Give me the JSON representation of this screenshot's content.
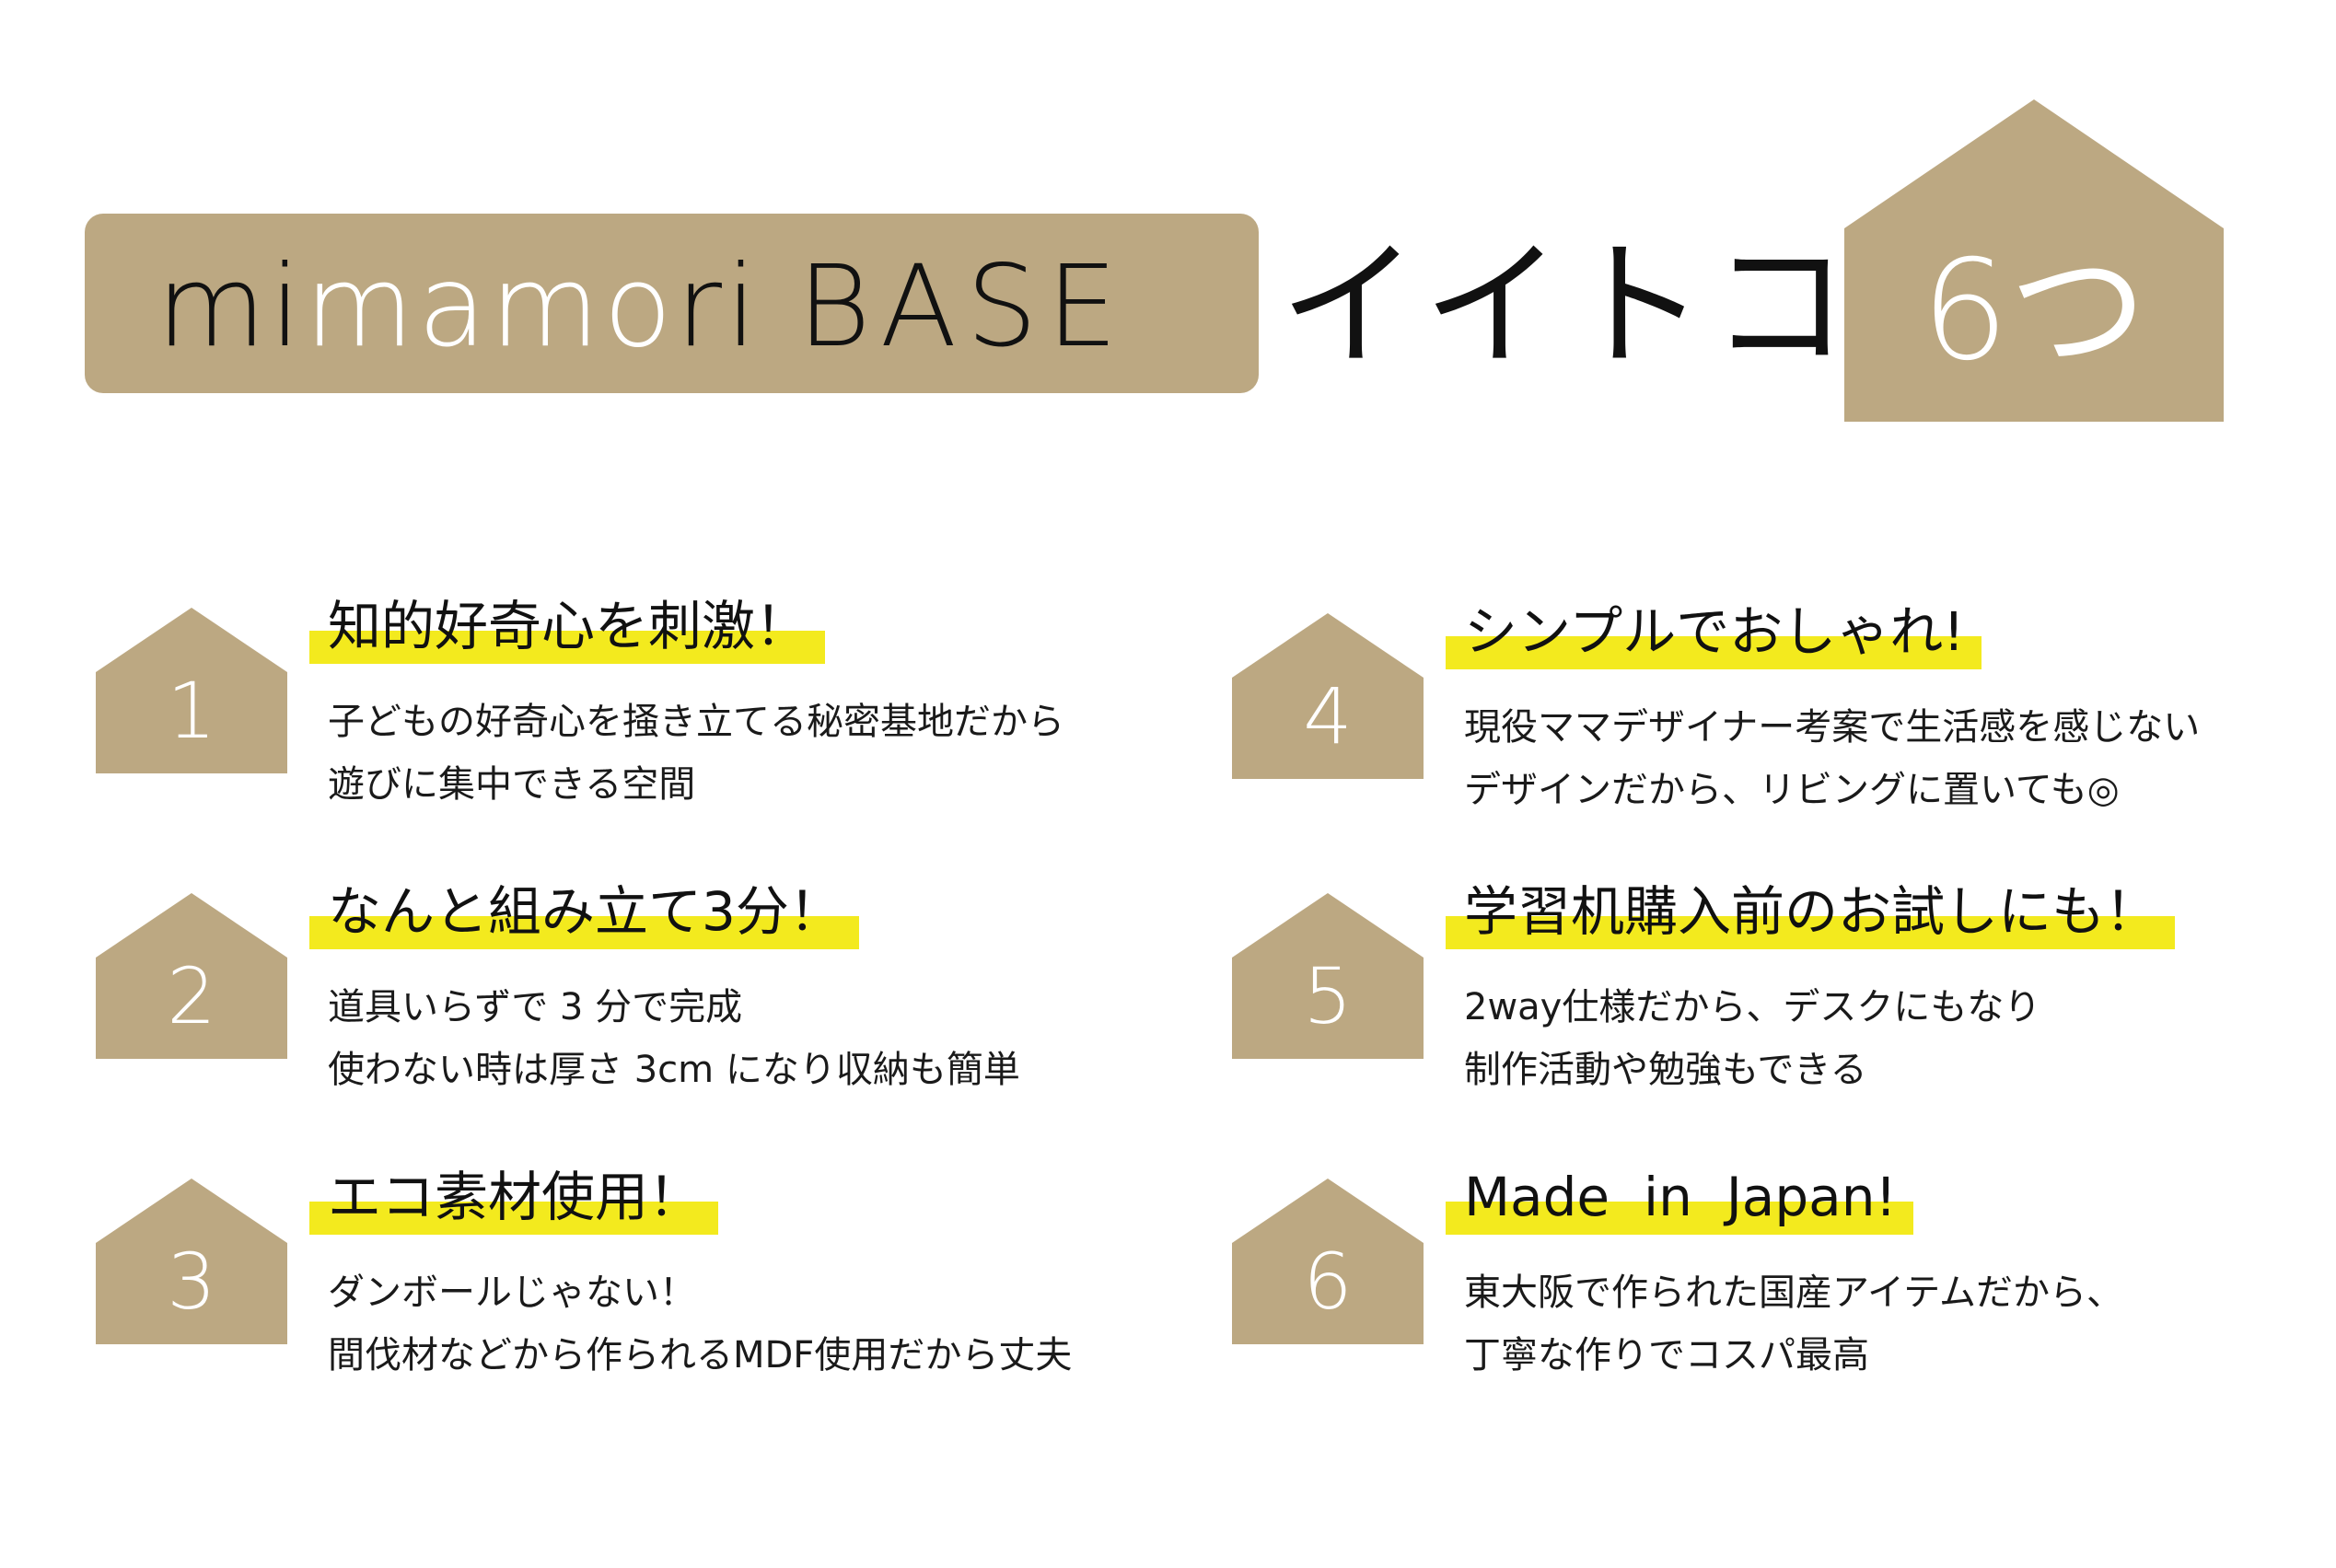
{
  "header": {
    "brand": {
      "part1": "mi",
      "part2": "mamo",
      "part3": "ri",
      "part4": "BASE"
    },
    "headline": "イイトコ",
    "badge_label": "6つ",
    "colors": {
      "brand_beige": "#bca882",
      "highlight_yellow": "#f3ea1e",
      "text": "#111111"
    }
  },
  "items": [
    {
      "number": "1",
      "title": "知的好奇心を刺激！",
      "lines": [
        "子どもの好奇心を掻き立てる秘密基地だから",
        "遊びに集中できる空間"
      ]
    },
    {
      "number": "2",
      "title": "なんと組み立て3分！",
      "lines": [
        "道具いらずで 3 分で完成",
        "使わない時は厚さ 3cm になり収納も簡単"
      ]
    },
    {
      "number": "3",
      "title": "エコ素材使用！",
      "lines": [
        "ダンボールじゃない！",
        "間伐材などから作られるMDF使用だから丈夫"
      ]
    },
    {
      "number": "4",
      "title": "シンプルでおしゃれ!",
      "lines": [
        "現役ママデザイナー考案で生活感を感じない",
        "デザインだから、リビングに置いても◎"
      ]
    },
    {
      "number": "5",
      "title": "学習机購入前のお試しにも！",
      "lines": [
        "2way仕様だから、デスクにもなり",
        "制作活動や勉強もできる"
      ]
    },
    {
      "number": "6",
      "title": "Made  in  Japan!",
      "lines": [
        "東大阪で作られた国産アイテムだから、",
        "丁寧な作りでコスパ最高"
      ]
    }
  ]
}
